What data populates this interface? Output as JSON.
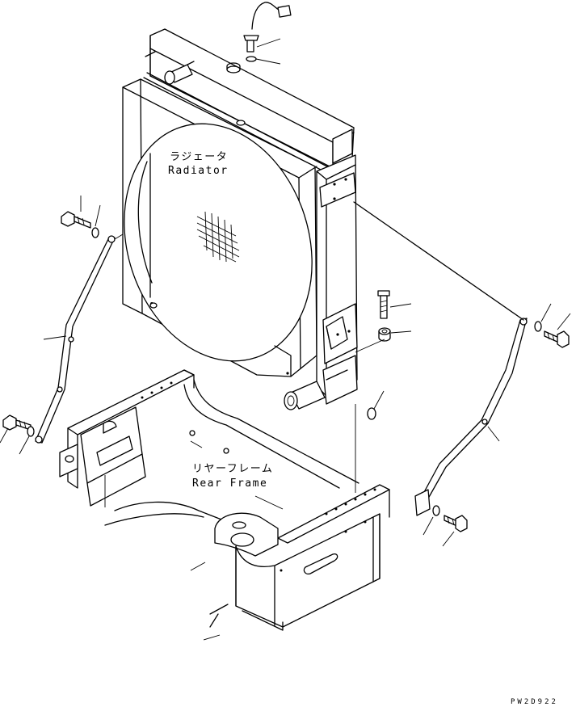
{
  "labels": {
    "radiator_jp": "ラジェータ",
    "radiator_en": "Radiator",
    "rear_frame_jp": "リヤーフレーム",
    "rear_frame_en": "Rear Frame"
  },
  "drawing_code": "PW2D922"
}
